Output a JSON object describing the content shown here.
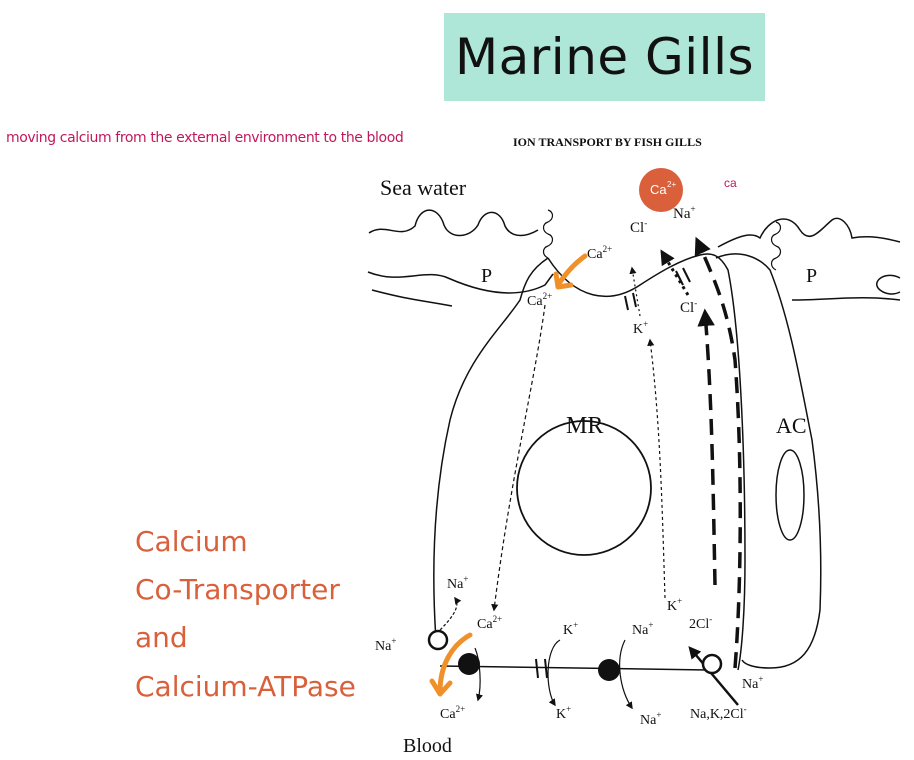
{
  "title": "Marine Gills",
  "note": "moving calcium from the external environment to the blood",
  "figure_header": "ION TRANSPORT BY FISH GILLS",
  "side_labels": [
    "Calcium",
    "Co-Transporter",
    "and",
    "Calcium-ATPase"
  ],
  "badge": {
    "ion": "Ca",
    "charge": "2+",
    "annotation": "ca"
  },
  "labels": {
    "sea_water": "Sea water",
    "blood": "Blood",
    "pavement_left": "P",
    "pavement_right": "P",
    "mitochondria_rich": "MR",
    "accessory": "AC",
    "transporter": "Na,K,2Cl"
  },
  "colors": {
    "title_bg": "#aee6d8",
    "accent": "#d9603b",
    "arrow": "#f0902a",
    "note": "#c2185b"
  }
}
